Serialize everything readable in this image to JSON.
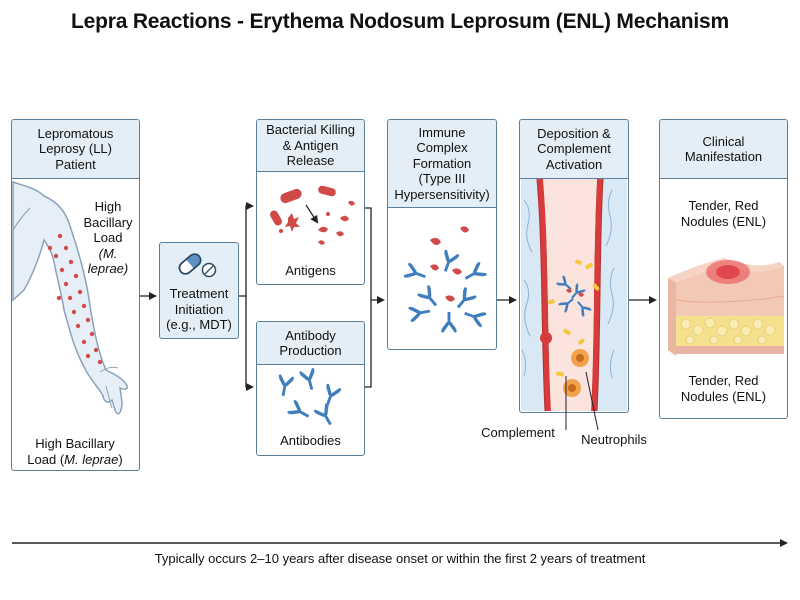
{
  "title": "Lepra Reactions - Erythema Nodosum Leprosum (ENL) Mechanism",
  "patient": {
    "header": [
      "Lepromatous",
      "Leprosy (LL)",
      "Patient"
    ],
    "label_top": [
      "High",
      "Bacillary",
      "Load",
      "(M.",
      "leprae)"
    ],
    "label_bottom_line1": "High Bacillary",
    "label_bottom_line2_prefix": "Load (",
    "label_bottom_line2_italic": "M. leprae",
    "label_bottom_line2_suffix": ")"
  },
  "treatment": {
    "lines": [
      "Treatment",
      "Initiation",
      "(e.g., MDT)"
    ],
    "icon": "pill-capsule-icon"
  },
  "killing": {
    "header": [
      "Bacterial Killing",
      "& Antigen",
      "Release"
    ],
    "label": "Antigens"
  },
  "antibody": {
    "header": [
      "Antibody",
      "Production"
    ],
    "label": "Antibodies"
  },
  "complex": {
    "header": [
      "Immune",
      "Complex",
      "Formation",
      "(Type III",
      "Hypersensitivity)"
    ]
  },
  "deposition": {
    "header": [
      "Deposition &",
      "Complement",
      "Activation"
    ],
    "label_complement": "Complement",
    "label_neutrophils": "Neutrophils"
  },
  "clinical": {
    "header": [
      "Clinical",
      "Manifestation"
    ],
    "label_top": [
      "Tender, Red",
      "Nodules (ENL)"
    ],
    "label_bottom": [
      "Tender, Red",
      "Nodules (ENL)"
    ]
  },
  "timeline": "Typically occurs 2–10 years after disease onset or within the first 2 years of treatment",
  "colors": {
    "box_border": "#5b7e9a",
    "box_header": "#e4eef6",
    "bacteria_red": "#d04a4a",
    "antibody_blue": "#3d7fc0",
    "complement_yellow": "#f3c83e",
    "neutrophil_orange": "#f2a24c",
    "skin_pink": "#f3c9b6",
    "fat_yellow": "#f4e08d"
  }
}
